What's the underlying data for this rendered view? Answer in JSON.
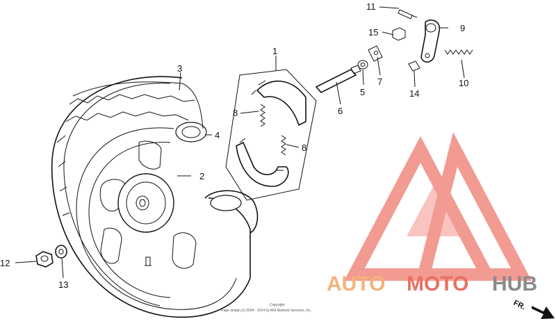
{
  "diagram": {
    "callouts": [
      {
        "id": "1",
        "label": "1"
      },
      {
        "id": "2",
        "label": "2"
      },
      {
        "id": "3",
        "label": "3"
      },
      {
        "id": "4",
        "label": "4"
      },
      {
        "id": "5",
        "label": "5"
      },
      {
        "id": "6",
        "label": "6"
      },
      {
        "id": "7",
        "label": "7"
      },
      {
        "id": "8a",
        "label": "8"
      },
      {
        "id": "8b",
        "label": "8"
      },
      {
        "id": "9",
        "label": "9"
      },
      {
        "id": "10",
        "label": "10"
      },
      {
        "id": "11",
        "label": "11"
      },
      {
        "id": "12",
        "label": "12"
      },
      {
        "id": "13",
        "label": "13"
      },
      {
        "id": "14",
        "label": "14"
      },
      {
        "id": "15",
        "label": "15"
      }
    ],
    "direction_label": "FR.",
    "copyright_line1": "Copyright",
    "copyright_line2": "Page design (c) 2004 - 2014 by ARI Network Services, Inc."
  },
  "watermark": {
    "part1": "AUTO",
    "part2": "MOTO",
    "part3": "HUB",
    "colors": {
      "auto": "#f4b27a",
      "moto": "#ea7060",
      "hub": "#8a8a8a",
      "logo": "#f08a80"
    }
  }
}
